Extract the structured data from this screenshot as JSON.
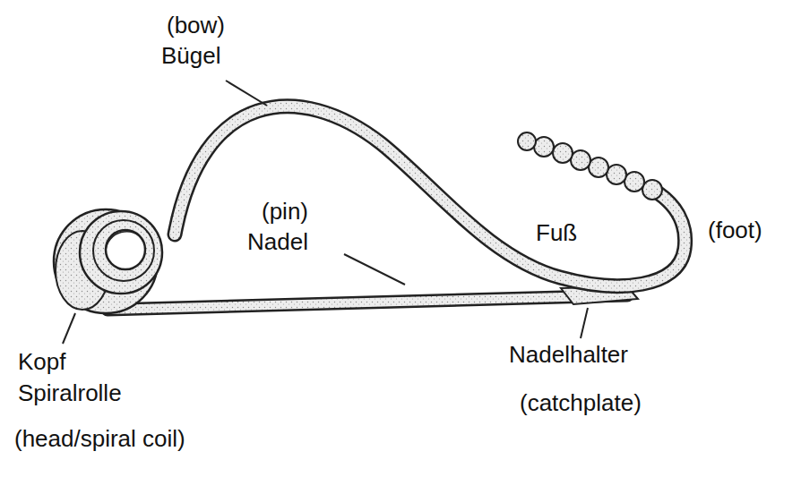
{
  "diagram": {
    "labels": [
      "(bow)",
      "Bügel",
      "(pin)",
      "Nadel",
      "Fuß",
      "(foot)",
      "Kopf",
      "Spiralrolle",
      "(head/spiral coil)",
      "Nadelhalter",
      "(catchplate)"
    ]
  }
}
